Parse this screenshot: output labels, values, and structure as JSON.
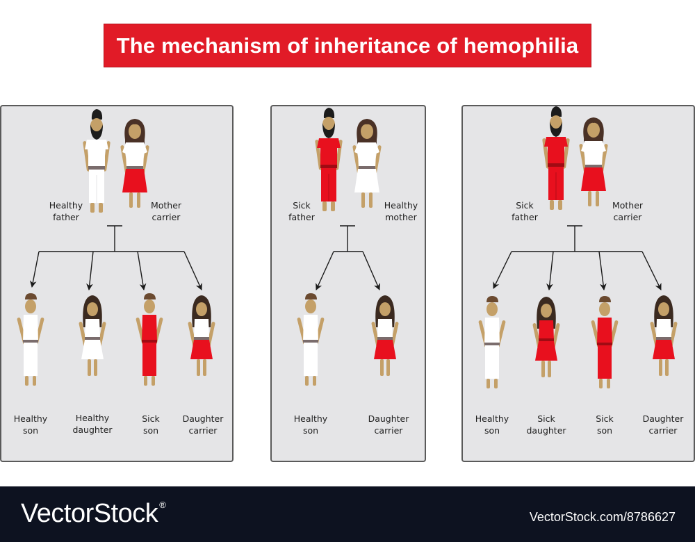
{
  "title": "The mechanism of inheritance of hemophilia",
  "colors": {
    "title_bg": "#e11b27",
    "sick_red": "#e8101e",
    "healthy_white": "#ffffff",
    "skin": "#c4a068",
    "panel_bg": "#e5e5e7",
    "footer_bg": "#0d1220"
  },
  "panels": [
    {
      "parents": {
        "father": [
          "Healthy",
          "father"
        ],
        "mother": [
          "Mother",
          "carrier"
        ]
      },
      "children": [
        [
          "Healthy",
          "son"
        ],
        [
          "Healthy",
          "daughter"
        ],
        [
          "Sick",
          "son"
        ],
        [
          "Daughter",
          "carrier"
        ]
      ]
    },
    {
      "parents": {
        "father": [
          "Sick",
          "father"
        ],
        "mother": [
          "Healthy",
          "mother"
        ]
      },
      "children": [
        [
          "Healthy",
          "son"
        ],
        [
          "Daughter",
          "carrier"
        ]
      ]
    },
    {
      "parents": {
        "father": [
          "Sick",
          "father"
        ],
        "mother": [
          "Mother",
          "carrier"
        ]
      },
      "children": [
        [
          "Healthy",
          "son"
        ],
        [
          "Sick",
          "daughter"
        ],
        [
          "Sick",
          "son"
        ],
        [
          "Daughter",
          "carrier"
        ]
      ]
    }
  ],
  "footer": {
    "brand": "VectorStock",
    "registered": "®",
    "credit": "VectorStock.com/8786627"
  }
}
